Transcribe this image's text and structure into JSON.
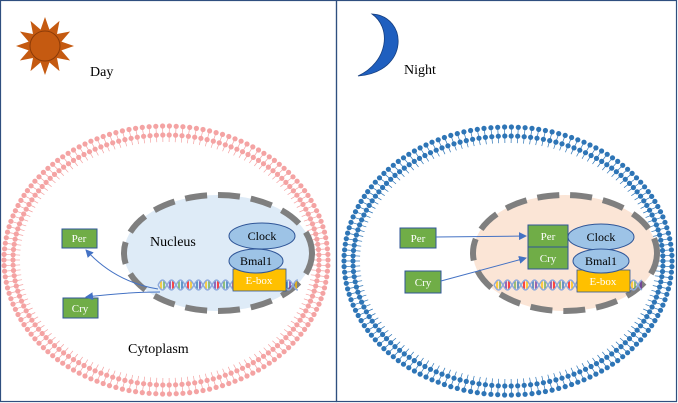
{
  "day_panel": {
    "label": "Day",
    "nucleus_label": "Nucleus",
    "cytoplasm_label": "Cytoplasm",
    "per_label": "Per",
    "cry_label": "Cry",
    "clock_label": "Clock",
    "bmal1_label": "Bmal1",
    "ebox_label": "E-box"
  },
  "night_panel": {
    "label": "Night",
    "per_label": "Per",
    "cry_label": "Cry",
    "per_bound_label": "Per",
    "cry_bound_label": "Cry",
    "clock_label": "Clock",
    "bmal1_label": "Bmal1",
    "ebox_label": "E-box"
  },
  "colors": {
    "sun": "#c55a11",
    "moon": "#1f5fbf",
    "day_membrane": "#f4a3a3",
    "night_membrane": "#2e75b6",
    "day_nucleus": "#deebf7",
    "night_nucleus": "#fbe5d6",
    "nuclear_envelope": "#7f7f7f",
    "protein_box": "#70ad47",
    "protein_oval": "#9dc3e6",
    "ebox": "#ffc000",
    "arrow": "#4472c4"
  }
}
